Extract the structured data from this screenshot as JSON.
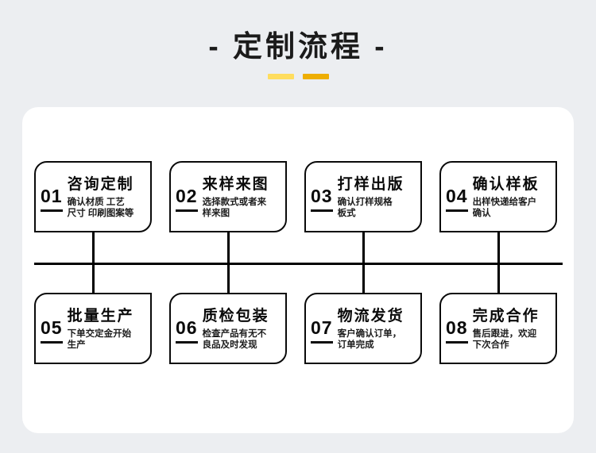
{
  "header": {
    "title": "- 定制流程 -",
    "accent_light": "#ffdd5e",
    "accent_dark": "#eeae03"
  },
  "theme": {
    "page_background": "#eceef1",
    "panel_background": "#ffffff",
    "line_color": "#000000",
    "text_color": "#0a0a0a"
  },
  "flow": {
    "steps": [
      {
        "num": "01",
        "title": "咨询定制",
        "desc": "确认材质 工艺\n尺寸 印刷图案等",
        "row": "top"
      },
      {
        "num": "02",
        "title": "来样来图",
        "desc": "选择款式或者来\n样来图",
        "row": "top"
      },
      {
        "num": "03",
        "title": "打样出版",
        "desc": "确认打样规格\n板式",
        "row": "top"
      },
      {
        "num": "04",
        "title": "确认样板",
        "desc": "出样快递给客户\n确认",
        "row": "top"
      },
      {
        "num": "05",
        "title": "批量生产",
        "desc": "下单交定金开始\n生产",
        "row": "bottom"
      },
      {
        "num": "06",
        "title": "质检包装",
        "desc": "检查产品有无不\n良品及时发现",
        "row": "bottom"
      },
      {
        "num": "07",
        "title": "物流发货",
        "desc": "客户确认订单，\n订单完成",
        "row": "bottom"
      },
      {
        "num": "08",
        "title": "完成合作",
        "desc": "售后跟进，欢迎\n下次合作",
        "row": "bottom"
      }
    ]
  }
}
